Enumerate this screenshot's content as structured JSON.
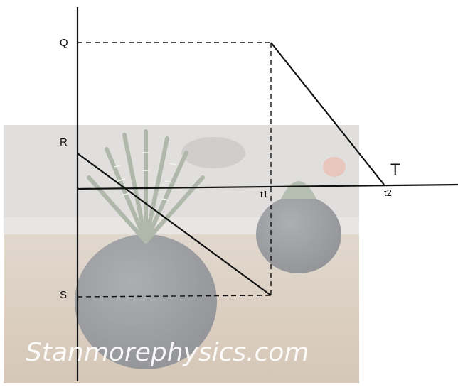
{
  "diagram": {
    "points": {
      "Q": "Q",
      "R": "R",
      "S": "S",
      "T": "T",
      "t1": "t1",
      "t2": "t2"
    }
  },
  "watermark": {
    "text": "Stanmorephysics.com"
  },
  "colors": {
    "line": "#111111",
    "photo_bg": "#d9d2c8",
    "pot": "#4d4f55"
  }
}
